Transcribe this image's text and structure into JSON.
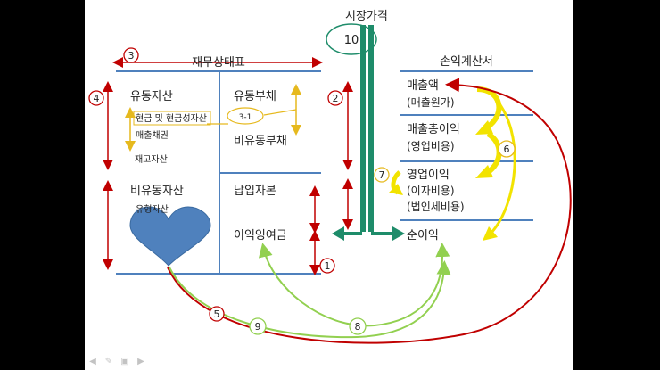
{
  "title_market": "시장가격",
  "balance_sheet": {
    "title": "재무상태표",
    "current_assets": "유동자산",
    "cash": "현금 및 현금성자산",
    "receivables": "매출채권",
    "inventory": "재고자산",
    "noncurrent_assets": "비유동자산",
    "tangible": "유형자산",
    "current_liabilities": "유동부채",
    "noncurrent_liabilities": "비유동부채",
    "paid_in_capital": "납입자본",
    "retained_earnings": "이익잉여금"
  },
  "income_statement": {
    "title": "손익계산서",
    "revenue": "매출액",
    "cogs": "(매출원가)",
    "gross_profit": "매출총이익",
    "sga": "(영업비용)",
    "operating_income": "영업이익",
    "interest": "(이자비용)",
    "tax": "(법인세비용)",
    "net_income": "순이익"
  },
  "labels": {
    "n1": "1",
    "n2": "2",
    "n3": "3",
    "n4": "4",
    "n5": "5",
    "n6": "6",
    "n7": "7",
    "n8": "8",
    "n9": "9",
    "n10": "10",
    "n3_1": "3-1"
  },
  "colors": {
    "line_blue": "#4f81bd",
    "dark_red": "#c00000",
    "yellow": "#f2e300",
    "gold": "#e6b91e",
    "green_light": "#92d050",
    "green_dark": "#1e8c6a",
    "heart": "#4f81bd"
  }
}
